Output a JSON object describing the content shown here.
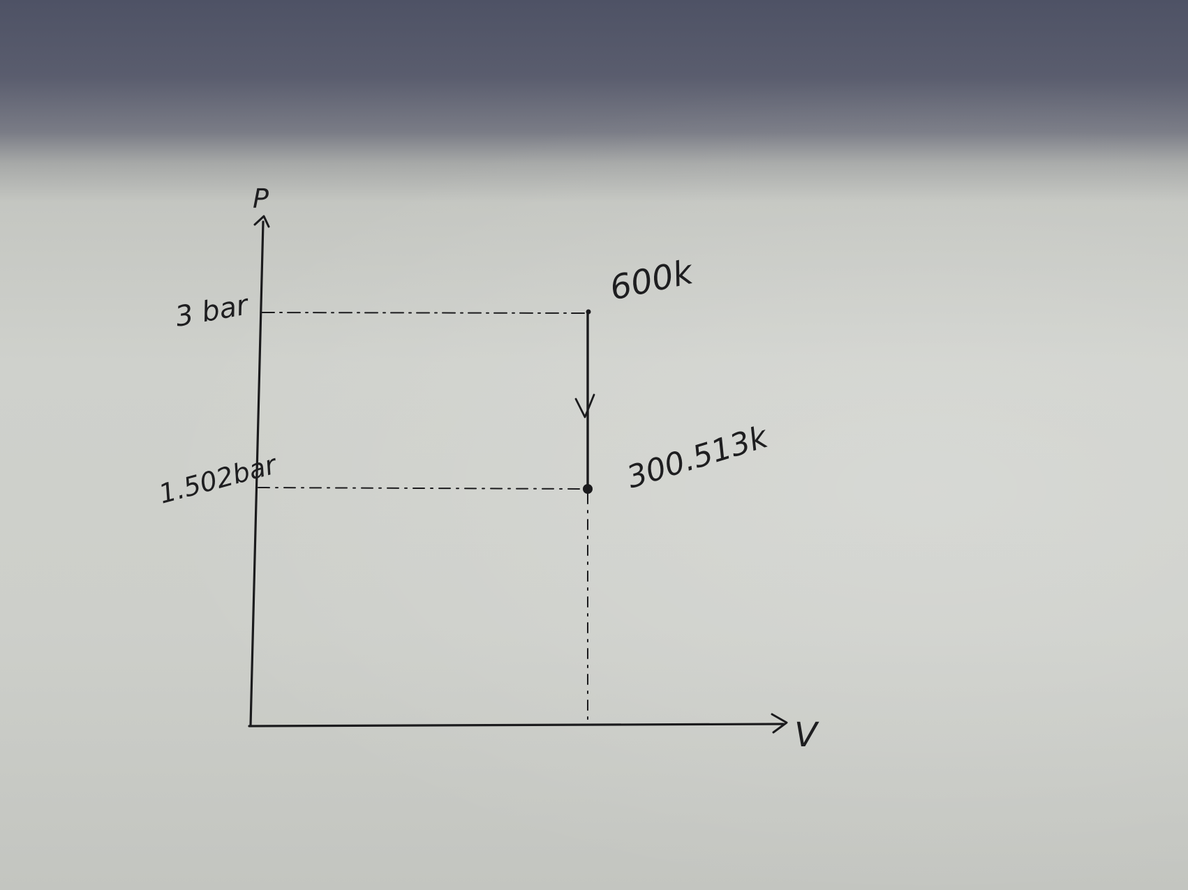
{
  "diagram": {
    "axes": {
      "y_label": "P",
      "x_label": "V"
    },
    "pressure_labels": {
      "high": "3 bar",
      "low": "1.502bar"
    },
    "state_labels": {
      "initial": "600k",
      "final": "300.513k"
    },
    "process": {
      "type": "isochoric",
      "direction": "downward"
    }
  }
}
